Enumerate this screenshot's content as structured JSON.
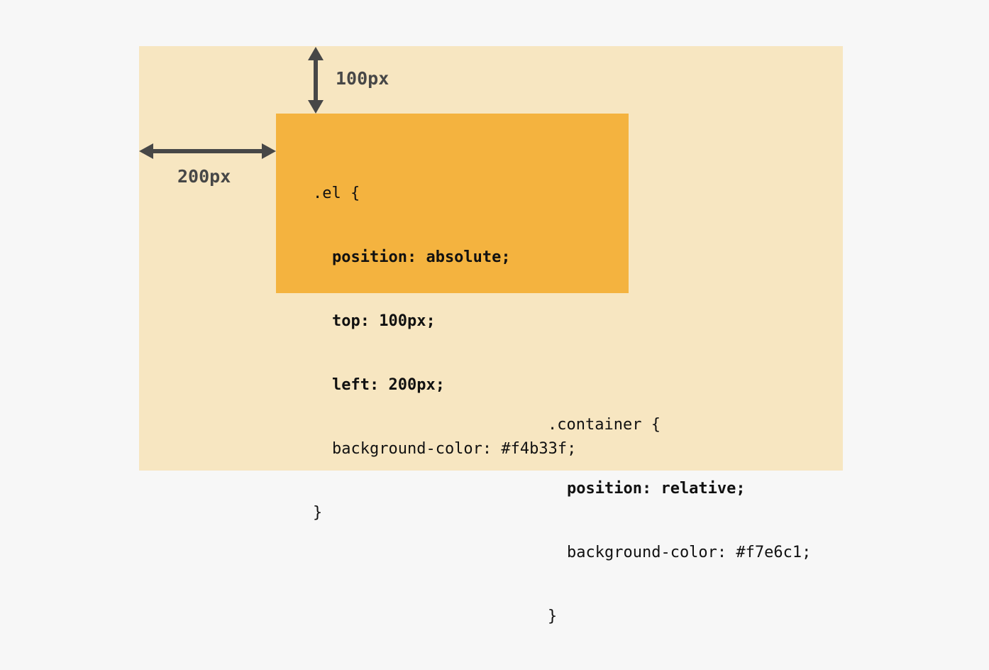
{
  "measurements": {
    "top_label": "100px",
    "left_label": "200px"
  },
  "el_code": {
    "selector_open": ".el {",
    "lines": [
      "position: absolute;",
      "top: 100px;",
      "left: 200px;",
      "background-color: #f4b33f;"
    ],
    "close": "}"
  },
  "container_code": {
    "selector_open": ".container {",
    "lines": [
      "position: relative;",
      "background-color: #f7e6c1;"
    ],
    "close": "}"
  },
  "colors": {
    "page_background": "#f7f7f7",
    "container_background": "#f7e6c1",
    "el_background": "#f4b33f",
    "arrow": "#474747",
    "code_text": "#111111"
  }
}
